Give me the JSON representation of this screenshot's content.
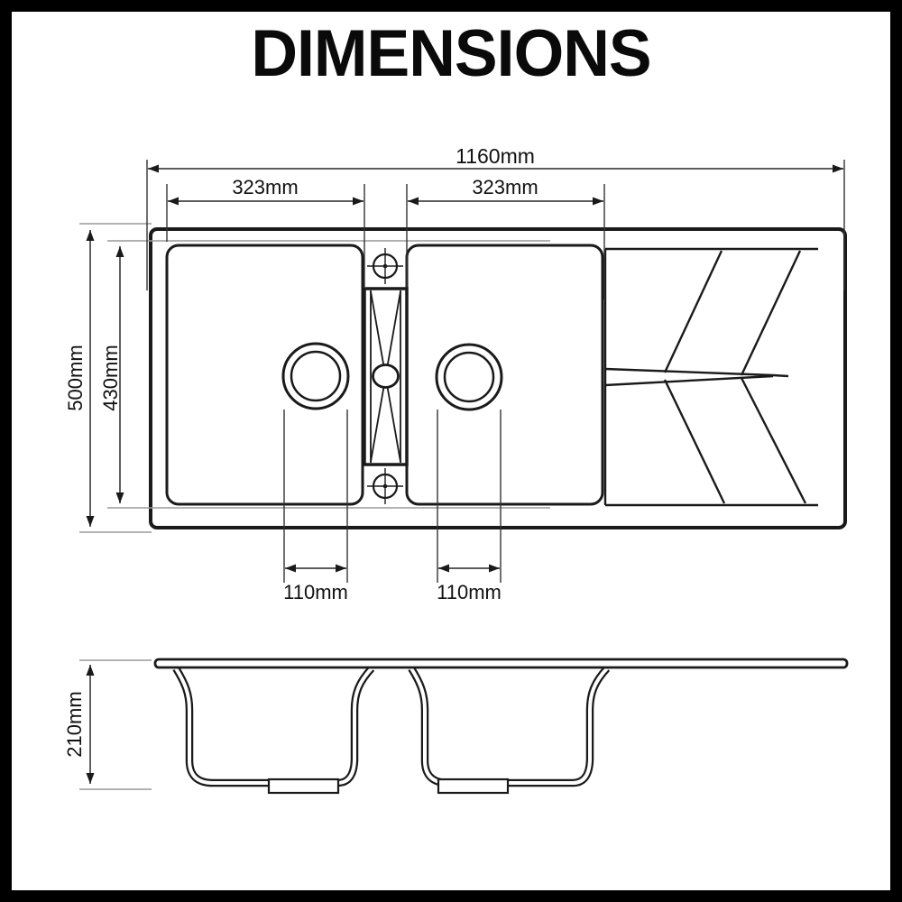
{
  "title": "DIMENSIONS",
  "unit": "mm",
  "top_view": {
    "overall_width": "1160mm",
    "left_bowl_width": "323mm",
    "right_bowl_width": "323mm",
    "overall_depth": "500mm",
    "bowl_inner_depth": "430mm",
    "left_drain_diameter": "110mm",
    "right_drain_diameter": "110mm"
  },
  "side_view": {
    "bowl_height": "210mm"
  },
  "colors": {
    "background": "#ffffff",
    "frame": "#000000",
    "outline": "#1a1a1a",
    "dimension_line": "#444444",
    "extension_line": "#999999",
    "text": "#111111"
  }
}
